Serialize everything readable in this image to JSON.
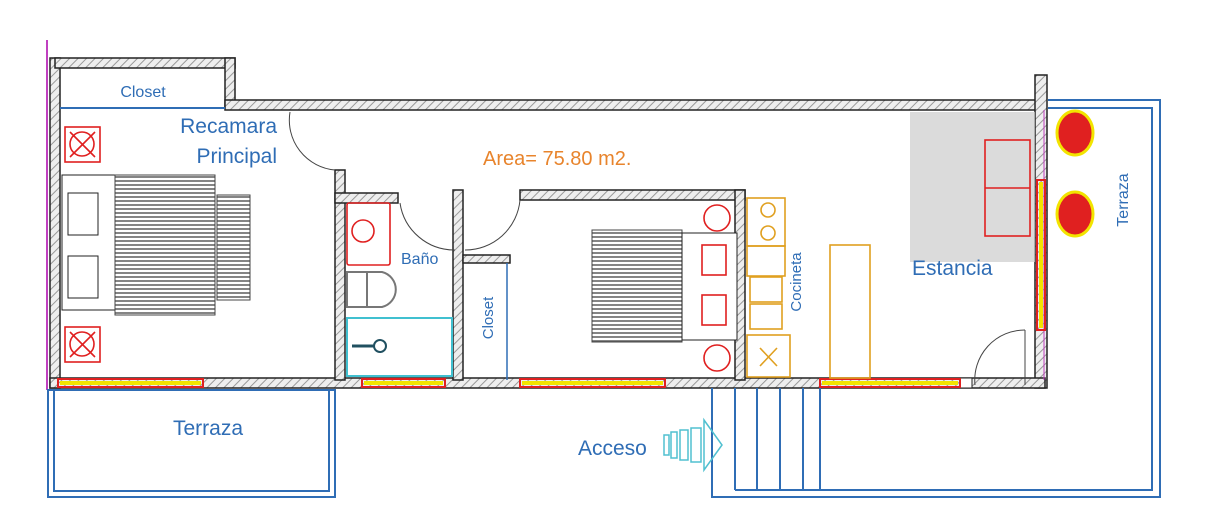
{
  "title": "Floor plan",
  "area_label": "Area= 75.80 m2.",
  "rooms": {
    "closet_main": "Closet",
    "recamara_line1": "Recamara",
    "recamara_line2": "Principal",
    "bano": "Baño",
    "closet_second": "Closet",
    "cocineta": "Cocineta",
    "estancia": "Estancia",
    "terraza_right": "Terraza",
    "terraza_bottom": "Terraza",
    "acceso": "Acceso"
  },
  "colors": {
    "label": "#2f6db5",
    "area": "#e8842c",
    "window_frame": "#e02020",
    "window_glass": "#f2e400",
    "kitchen": "#e0a020"
  }
}
